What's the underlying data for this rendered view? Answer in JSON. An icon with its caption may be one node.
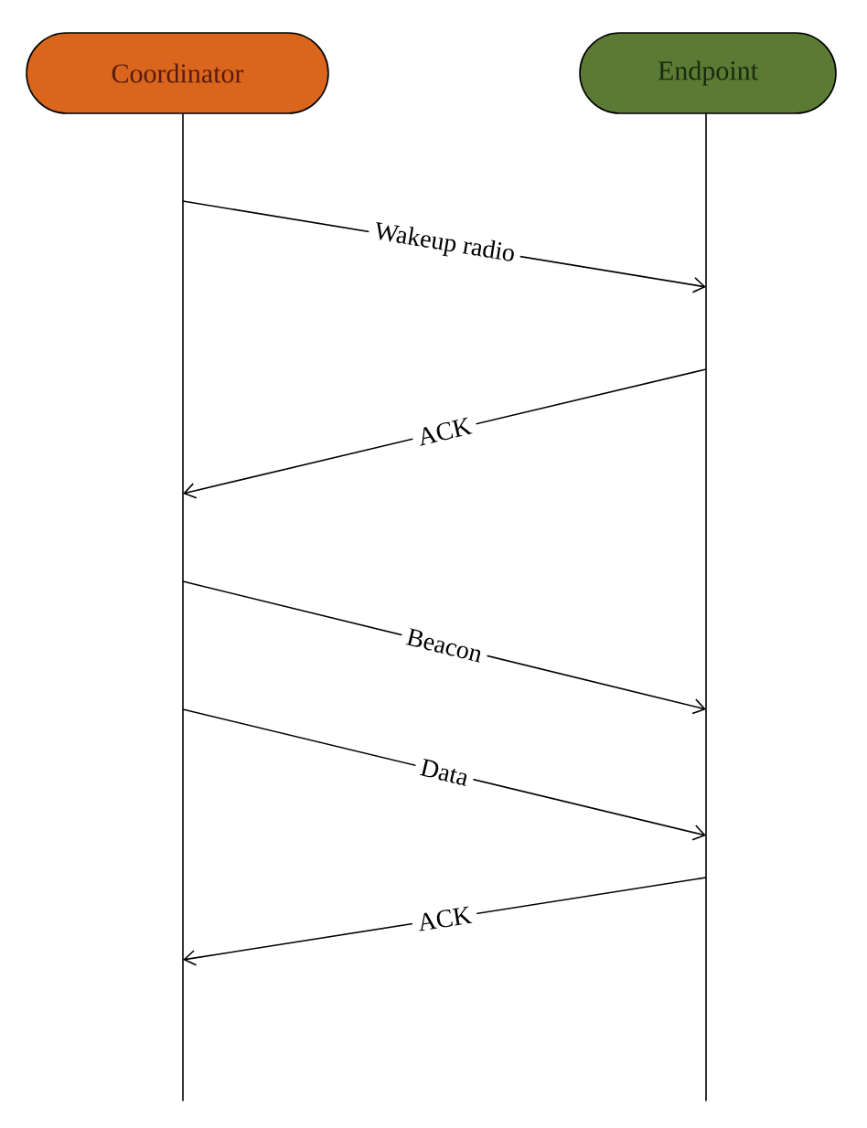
{
  "diagram": {
    "nodes": [
      {
        "text": [
          "Coordinator"
        ]
      },
      {
        "text": [
          "Endpoint"
        ]
      },
      {
        "text": [],
        "shape": "bar"
      },
      {
        "text": [],
        "shape": "bar"
      }
    ],
    "edges": [
      {
        "from": 2,
        "to": 3,
        "arrow": "to",
        "label": "Wakeup radio"
      },
      {
        "from": 3,
        "to": 2,
        "arrow": "to",
        "label": "ACK"
      },
      {
        "from": 2,
        "to": 3,
        "arrow": "to",
        "label": "Beacon"
      },
      {
        "from": 2,
        "to": 3,
        "arrow": "to",
        "label": "Data"
      },
      {
        "from": 3,
        "to": 2,
        "arrow": "to",
        "label": "ACK"
      }
    ]
  }
}
